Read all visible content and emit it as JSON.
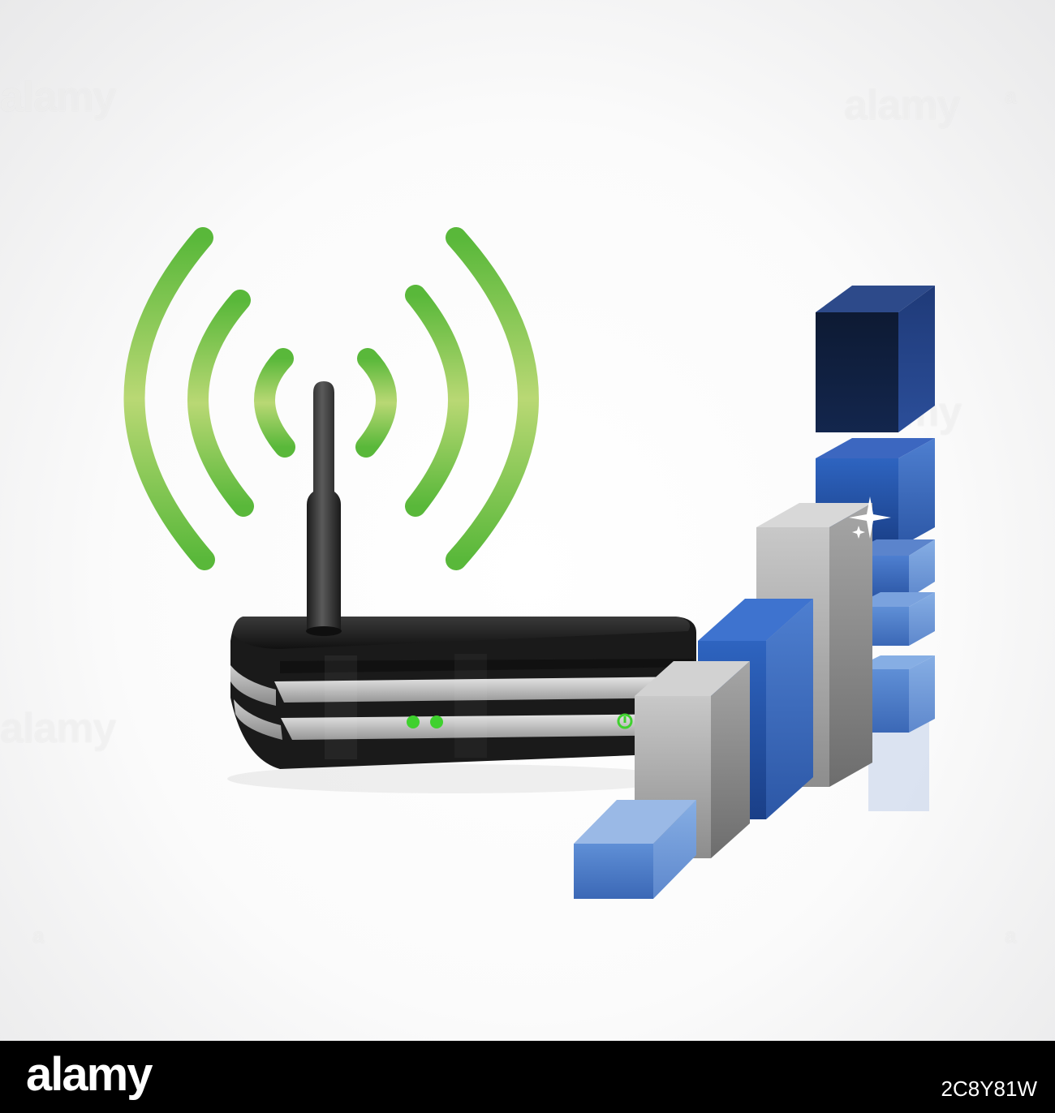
{
  "scene": {
    "subject": "wireless router with business bar chart",
    "colors": {
      "signal_green": "#5cb83c",
      "signal_light": "#c5de7a",
      "router_body": "#1b1b1b",
      "bar_blue": "#2d5fb0",
      "bar_dark_navy": "#16244a",
      "bar_gray": "#a9a9a9",
      "led_green": "#3fd12e"
    },
    "icons": [
      "wifi-signal-icon",
      "router-icon",
      "bar-chart-icon",
      "power-icon"
    ]
  },
  "watermark": {
    "text": "alamy",
    "small_text": "a"
  },
  "footer": {
    "brand": "alamy",
    "image_id": "2C8Y81W"
  }
}
